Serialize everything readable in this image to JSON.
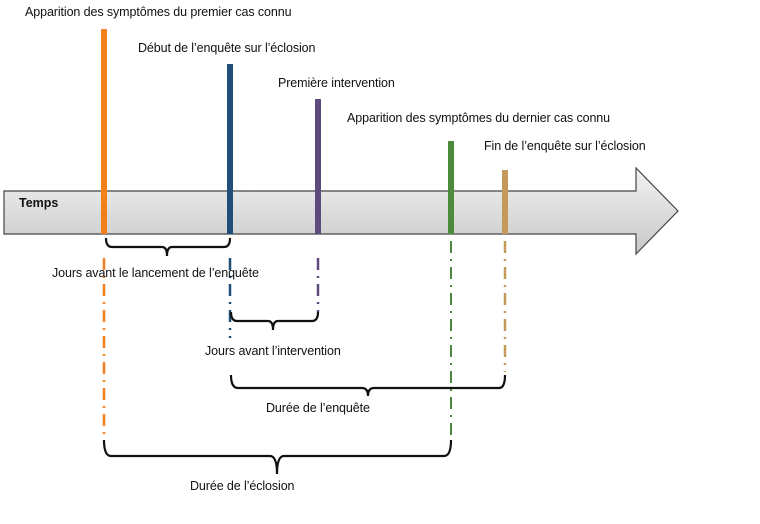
{
  "axis": {
    "label": "Temps"
  },
  "events": [
    {
      "id": "first-case",
      "label": "Apparition des symptômes du premier cas connu",
      "color": "#F0801A"
    },
    {
      "id": "investigation-start",
      "label": "Début de l’enquête sur l’éclosion",
      "color": "#1F4E79"
    },
    {
      "id": "first-intervention",
      "label": "Première intervention",
      "color": "#5E4B7D"
    },
    {
      "id": "last-case",
      "label": "Apparition des symptômes du dernier cas connu",
      "color": "#4E8A3E"
    },
    {
      "id": "investigation-end",
      "label": "Fin de l’enquête sur l’éclosion",
      "color": "#C49A5A"
    }
  ],
  "intervals": [
    {
      "id": "days-before-investigation",
      "label": "Jours avant le lancement de l’enquête"
    },
    {
      "id": "days-before-intervention",
      "label": "Jours avant l’intervention"
    },
    {
      "id": "investigation-duration",
      "label": "Durée de l’enquête"
    },
    {
      "id": "outbreak-duration",
      "label": "Durée de l’éclosion"
    }
  ]
}
